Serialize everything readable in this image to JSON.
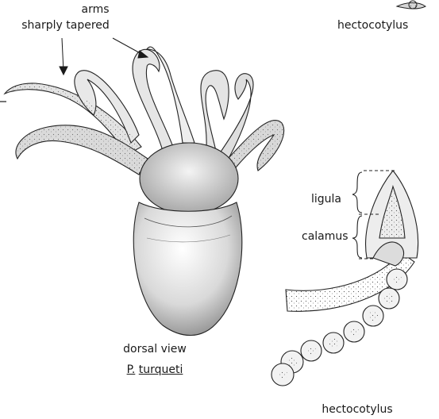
{
  "labels": {
    "arms_line1": "arms",
    "arms_line2": "sharply tapered",
    "hecto_top": "hectocotylus",
    "ligula": "ligula",
    "calamus": "calamus",
    "dorsal_view": "dorsal view",
    "species_genus": "P.",
    "species_name": "turqueti",
    "hecto_bottom": "hectocotylus"
  },
  "colors": {
    "ink": "#1a1a1a",
    "shade": "#8a8a8a",
    "paper": "#ffffff"
  }
}
